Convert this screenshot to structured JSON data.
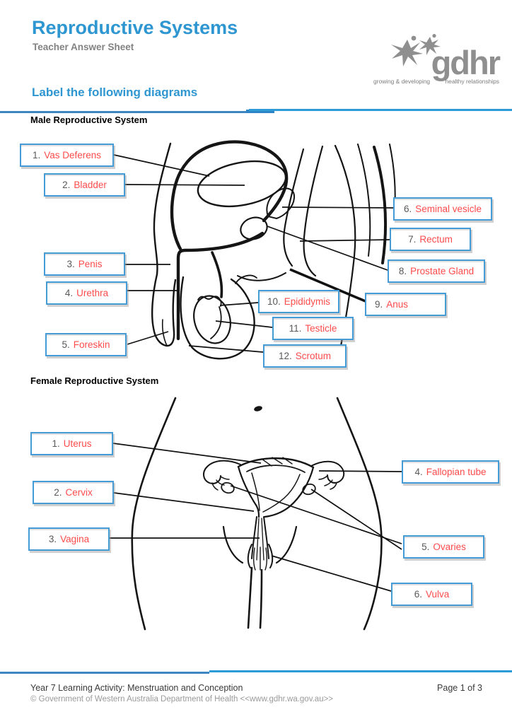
{
  "header": {
    "title": "Reproductive Systems",
    "subtitle": "Teacher Answer Sheet",
    "logo": {
      "wordmark": "gdhr",
      "tagline_left": "growing & developing",
      "tagline_right": "healthy relationships"
    }
  },
  "instruction_heading": "Label the following diagrams",
  "male_section": {
    "heading": "Male Reproductive System",
    "labels": [
      {
        "num": "1.",
        "text": "Vas Deferens"
      },
      {
        "num": "2.",
        "text": "Bladder"
      },
      {
        "num": "3.",
        "text": "Penis"
      },
      {
        "num": "4.",
        "text": "Urethra"
      },
      {
        "num": "5.",
        "text": "Foreskin"
      },
      {
        "num": "6.",
        "text": "Seminal vesicle"
      },
      {
        "num": "7.",
        "text": "Rectum"
      },
      {
        "num": "8.",
        "text": "Prostate Gland"
      },
      {
        "num": "9.",
        "text": "Anus"
      },
      {
        "num": "10.",
        "text": "Epididymis"
      },
      {
        "num": "11.",
        "text": "Testicle"
      },
      {
        "num": "12.",
        "text": "Scrotum"
      }
    ]
  },
  "female_section": {
    "heading": "Female Reproductive System",
    "labels": [
      {
        "num": "1.",
        "text": "Uterus"
      },
      {
        "num": "2.",
        "text": "Cervix"
      },
      {
        "num": "3.",
        "text": "Vagina"
      },
      {
        "num": "4.",
        "text": "Fallopian tube"
      },
      {
        "num": "5.",
        "text": "Ovaries"
      },
      {
        "num": "6.",
        "text": "Vulva"
      }
    ]
  },
  "footer": {
    "activity": "Year 7 Learning Activity: Menstruation and Conception",
    "copyright": "© Government of Western Australia Department of Health <<www.gdhr.wa.gov.au>>",
    "page": "Page 1 of 3"
  },
  "colors": {
    "accent_blue": "#2E96D1",
    "rule_blue_dark": "#3E86C2",
    "box_border_blue": "#459BD6",
    "answer_red": "#FF4B4B",
    "number_gray": "#595959",
    "logo_gray": "#8a8a8a"
  }
}
